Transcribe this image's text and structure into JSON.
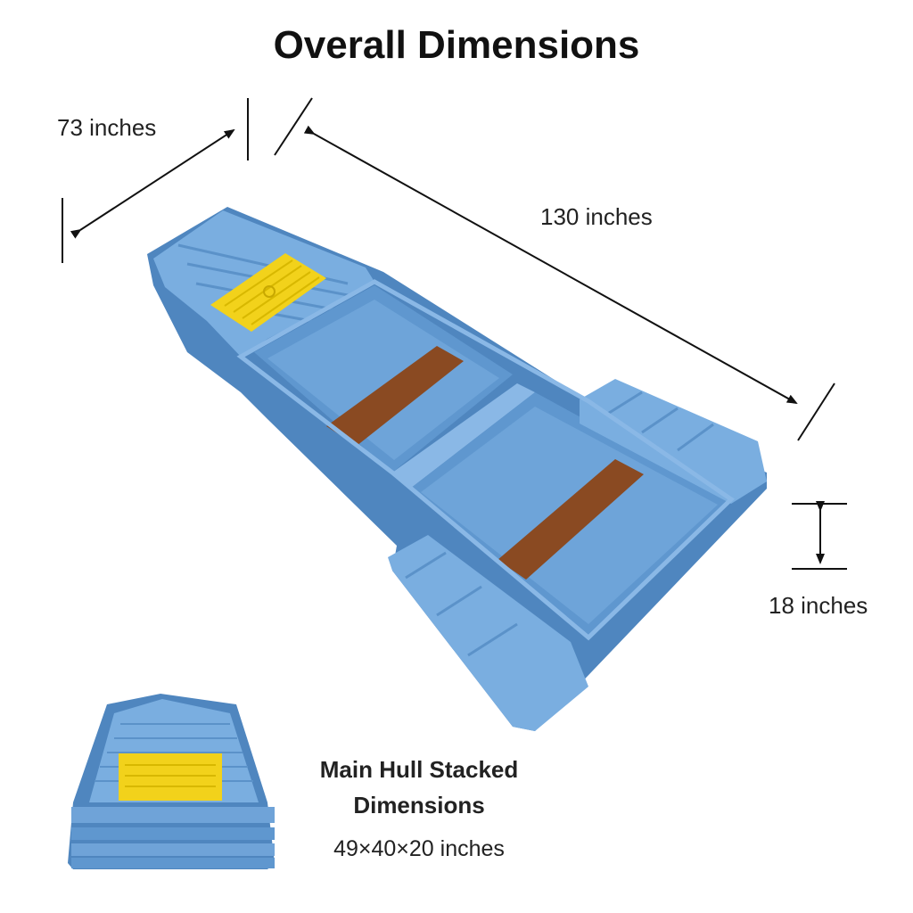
{
  "title": "Overall Dimensions",
  "dimensions": {
    "width_label": "73 inches",
    "length_label": "130 inches",
    "height_label": "18 inches"
  },
  "stacked": {
    "title_line1": "Main Hull Stacked",
    "title_line2": "Dimensions",
    "dims": "49×40×20 inches"
  },
  "colors": {
    "hull_blue": "#6fa3d8",
    "hull_dark": "#4f86bf",
    "seat_brown": "#8a4a22",
    "hatch_yellow": "#f2d21b",
    "arrow": "#111111"
  }
}
